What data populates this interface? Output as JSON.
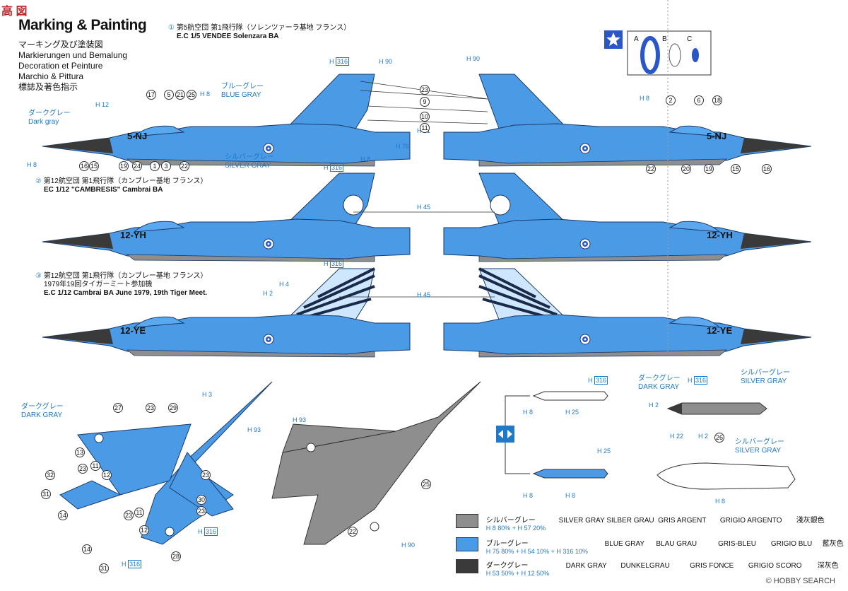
{
  "watermark_top": "高 図",
  "watermark_bottom": "© HOBBY SEARCH",
  "title": "Marking & Painting",
  "subtitle_lines": [
    "マーキング及び塗装図",
    "Markierungen und Bemalung",
    "Decoration et Peinture",
    "Marchio & Pittura",
    "標誌及著色指示"
  ],
  "schemes": [
    {
      "number": "1",
      "jp": "第5航空団 第1飛行隊（ソレンツァーラ基地 フランス）",
      "en": "E.C 1/5 VENDEE Solenzara BA",
      "code": "5-NJ"
    },
    {
      "number": "2",
      "jp": "第12航空団 第1飛行隊（カンブレー基地 フランス）",
      "en": "EC 1/12 \"CAMBRESIS\" Cambrai BA",
      "code": "12-YH"
    },
    {
      "number": "3",
      "jp": "第12航空団 第1飛行隊（カンブレー基地 フランス）",
      "jp2": "1979年19回タイガーミート参加機",
      "en": "E.C 1/12 Cambrai BA June 1979, 19th Tiger Meet.",
      "code": "12-YE"
    }
  ],
  "roundel_labels": {
    "a": "A",
    "b": "B",
    "c": "C"
  },
  "color_labels": {
    "dark_gray_jp": "ダークグレー",
    "dark_gray_en": "Dark gray",
    "dark_gray_en_caps": "DARK GRAY",
    "blue_gray_jp": "ブルーグレー",
    "blue_gray_en": "BLUE GRAY",
    "silver_gray_jp": "シルバーグレー",
    "silver_gray_en": "SILVER GRAY"
  },
  "h_codes": {
    "h8": "H 8",
    "h12": "H 12",
    "h90": "H 90",
    "h316": "316",
    "h76": "H 76",
    "h51": "H 51",
    "h45": "H 45",
    "h4": "H 4",
    "h2": "H 2",
    "h3": "H 3",
    "h93": "H 93",
    "h25": "H 25",
    "h22": "H 22"
  },
  "legend": [
    {
      "jp": "シルバーグレー",
      "en": "SILVER GRAY",
      "de": "SILBER GRAU",
      "fr": "GRIS ARGENT",
      "it": "GRIGIO ARGENTO",
      "cn": "淺灰銀色",
      "mix": "H 8 80% + H 57 20%",
      "color": "#8e8e8e"
    },
    {
      "jp": "ブルーグレー",
      "en": "BLUE GRAY",
      "de": "BLAU GRAU",
      "fr": "GRIS-BLEU",
      "it": "GRIGIO BLU",
      "cn": "藍灰色",
      "mix": "H 75 80% + H 54 10% + H 316 10%",
      "color": "#4a9ae6"
    },
    {
      "jp": "ダークグレー",
      "en": "DARK GRAY",
      "de": "DUNKELGRAU",
      "fr": "GRIS FONCE",
      "it": "GRIGIO SCORO",
      "cn": "深灰色",
      "mix": "H 53 50% + H 12 50%",
      "color": "#3a3a3a"
    }
  ],
  "colors": {
    "blue": "#4a9ae6",
    "silver": "#8e8e8e",
    "dark": "#3a3a3a",
    "text_blue": "#1f78c8"
  },
  "callouts_top": [
    "23",
    "9",
    "10",
    "11"
  ],
  "callouts_side_left": [
    "17",
    "5",
    "21",
    "25",
    "16",
    "15",
    "19",
    "24",
    "1",
    "3",
    "22"
  ],
  "callouts_side_right": [
    "2",
    "6",
    "18",
    "22",
    "20",
    "19",
    "15",
    "16"
  ],
  "callouts_bottom": [
    "27",
    "23",
    "29",
    "13",
    "11",
    "12",
    "23",
    "32",
    "23",
    "31",
    "14",
    "23",
    "11",
    "30",
    "23",
    "12",
    "28",
    "14",
    "31",
    "25",
    "22",
    "26"
  ]
}
